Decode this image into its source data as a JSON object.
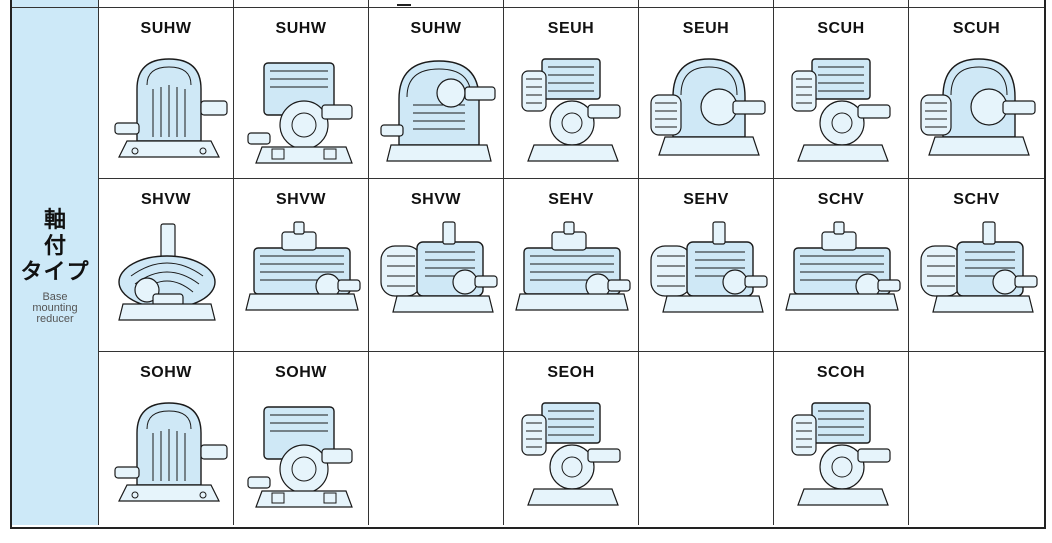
{
  "side_label": {
    "jp_line1": "軸 付",
    "jp_line2": "タイプ",
    "en": "Base mounting reducer"
  },
  "rows": [
    {
      "cells": [
        {
          "model": "SUHW",
          "icon": "reducer-upright-ribbed"
        },
        {
          "model": "SUHW",
          "icon": "reducer-box-twin"
        },
        {
          "model": "SUHW",
          "icon": "reducer-dome-finned"
        },
        {
          "model": "SEUH",
          "icon": "reducer-box-motor"
        },
        {
          "model": "SEUH",
          "icon": "reducer-dome-motor"
        },
        {
          "model": "SCUH",
          "icon": "reducer-box-motor"
        },
        {
          "model": "SCUH",
          "icon": "reducer-dome-motor"
        }
      ]
    },
    {
      "cells": [
        {
          "model": "SHVW",
          "icon": "reducer-vertical-shaft"
        },
        {
          "model": "SHVW",
          "icon": "reducer-horizontal-box"
        },
        {
          "model": "SHVW",
          "icon": "reducer-horizontal-motor"
        },
        {
          "model": "SEHV",
          "icon": "reducer-horizontal-box"
        },
        {
          "model": "SEHV",
          "icon": "reducer-horizontal-motor"
        },
        {
          "model": "SCHV",
          "icon": "reducer-horizontal-box"
        },
        {
          "model": "SCHV",
          "icon": "reducer-horizontal-motor"
        }
      ]
    },
    {
      "cells": [
        {
          "model": "SOHW",
          "icon": "reducer-upright-ribbed"
        },
        {
          "model": "SOHW",
          "icon": "reducer-box-twin"
        },
        {
          "model": "",
          "icon": ""
        },
        {
          "model": "SEOH",
          "icon": "reducer-box-motor"
        },
        {
          "model": "",
          "icon": ""
        },
        {
          "model": "SCOH",
          "icon": "reducer-box-motor"
        },
        {
          "model": "",
          "icon": ""
        }
      ]
    }
  ]
}
